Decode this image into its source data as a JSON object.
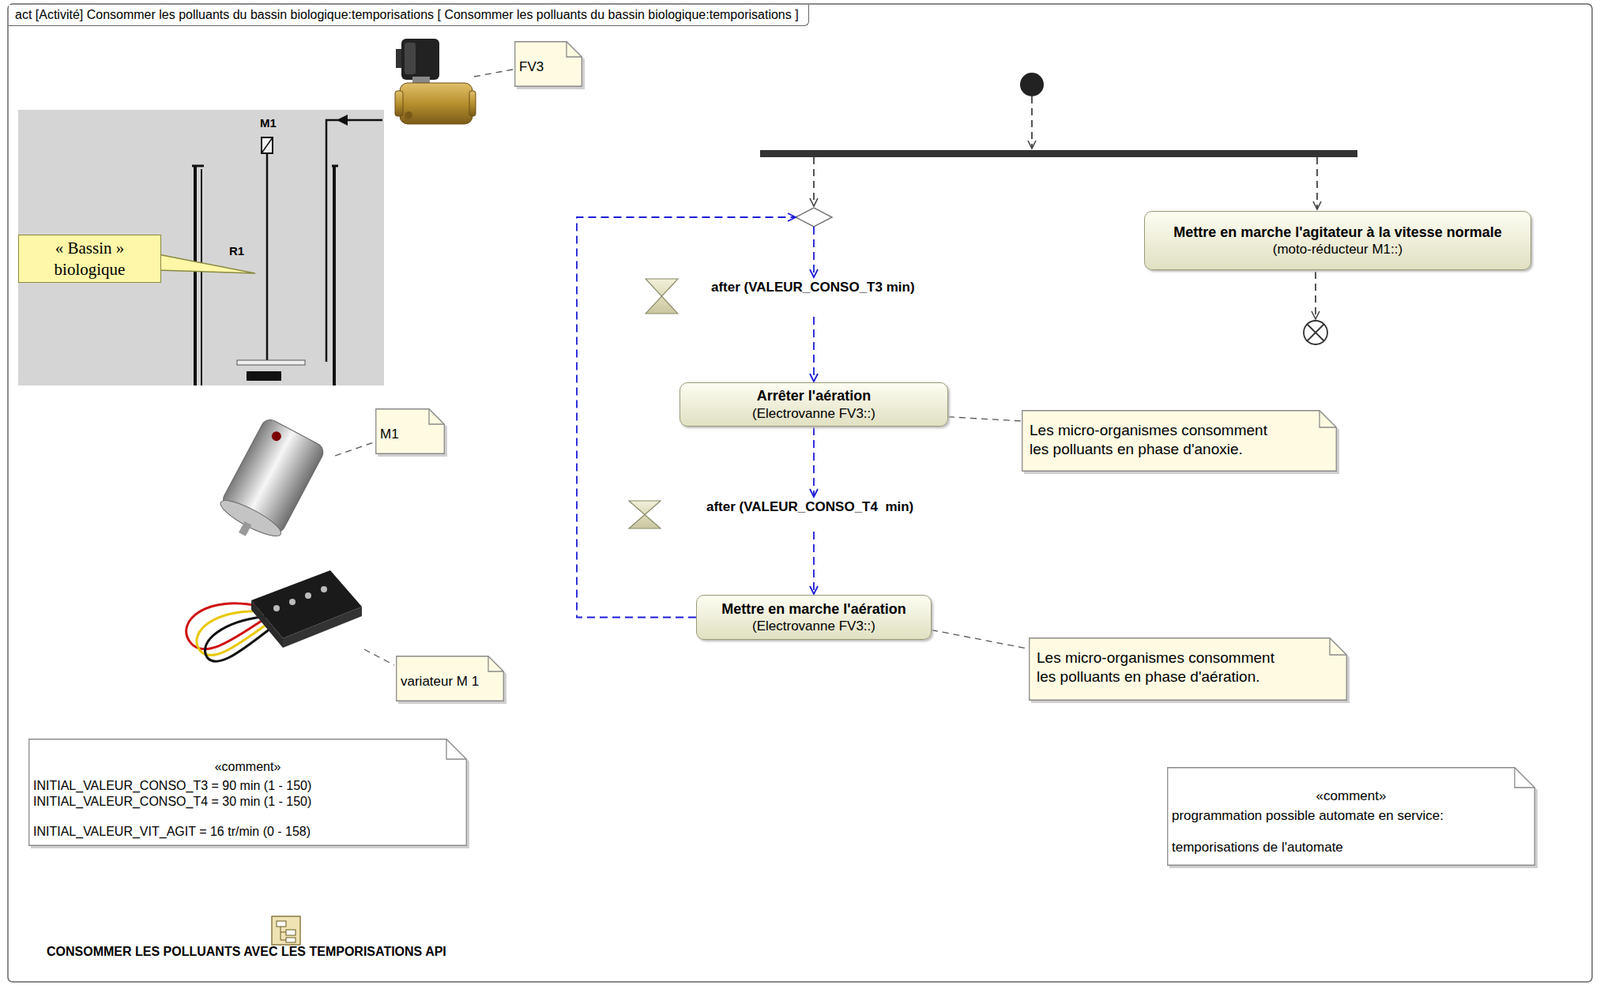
{
  "diagram": {
    "title": "act [Activité] Consommer les polluants du bassin biologique:temporisations [ Consommer les polluants du bassin biologique:temporisations ]",
    "nodes": [
      {
        "text": [
          "after (VALEUR_CONSO_T3 min)"
        ]
      },
      {
        "text": [
          "Arrêter l'aération",
          "(Electrovanne FV3::)"
        ]
      },
      {
        "text": [
          "after (VALEUR_CONSO_T4  min)"
        ]
      },
      {
        "text": [
          "Mettre en marche l'aération",
          "(Electrovanne FV3::)"
        ]
      },
      {
        "text": [
          "Mettre en marche l'agitateur à la vitesse normale",
          "(moto-réducteur M1::)"
        ]
      },
      {
        "text": [
          "Les micro-organismes consomment les polluants en phase d'anoxie."
        ]
      },
      {
        "text": [
          "Les micro-organismes consomment les polluants en phase d'aération."
        ]
      },
      {
        "text": [
          "«comment»",
          "INITIAL_VALEUR_CONSO_T3 = 90 min (1 - 150)",
          "INITIAL_VALEUR_CONSO_T4 = 30 min (1 - 150)",
          "INITIAL_VALEUR_VIT_AGIT = 16 tr/min (0 - 158)"
        ]
      },
      {
        "text": [
          "«comment»",
          "programmation possible automate en service:",
          "temporisations de l'automate"
        ]
      },
      {
        "text": [
          "FV3"
        ]
      },
      {
        "text": [
          "M1"
        ]
      },
      {
        "text": [
          "variateur M 1"
        ]
      },
      {
        "text": [
          "« Bassin » biologique"
        ]
      }
    ],
    "edges": [
      {
        "from": 0,
        "to": 1,
        "arrow": "to"
      },
      {
        "from": 1,
        "to": 2,
        "arrow": "to"
      },
      {
        "from": 2,
        "to": 3,
        "arrow": "to"
      },
      {
        "from": 3,
        "to": 0,
        "arrow": "to"
      },
      {
        "from": 1,
        "to": 5,
        "arrow": "none"
      },
      {
        "from": 3,
        "to": 6,
        "arrow": "none"
      }
    ],
    "labels": [
      "M1",
      "R1",
      "CONSOMMER LES POLLUANTS AVEC LES TEMPORISATIONS API"
    ]
  }
}
